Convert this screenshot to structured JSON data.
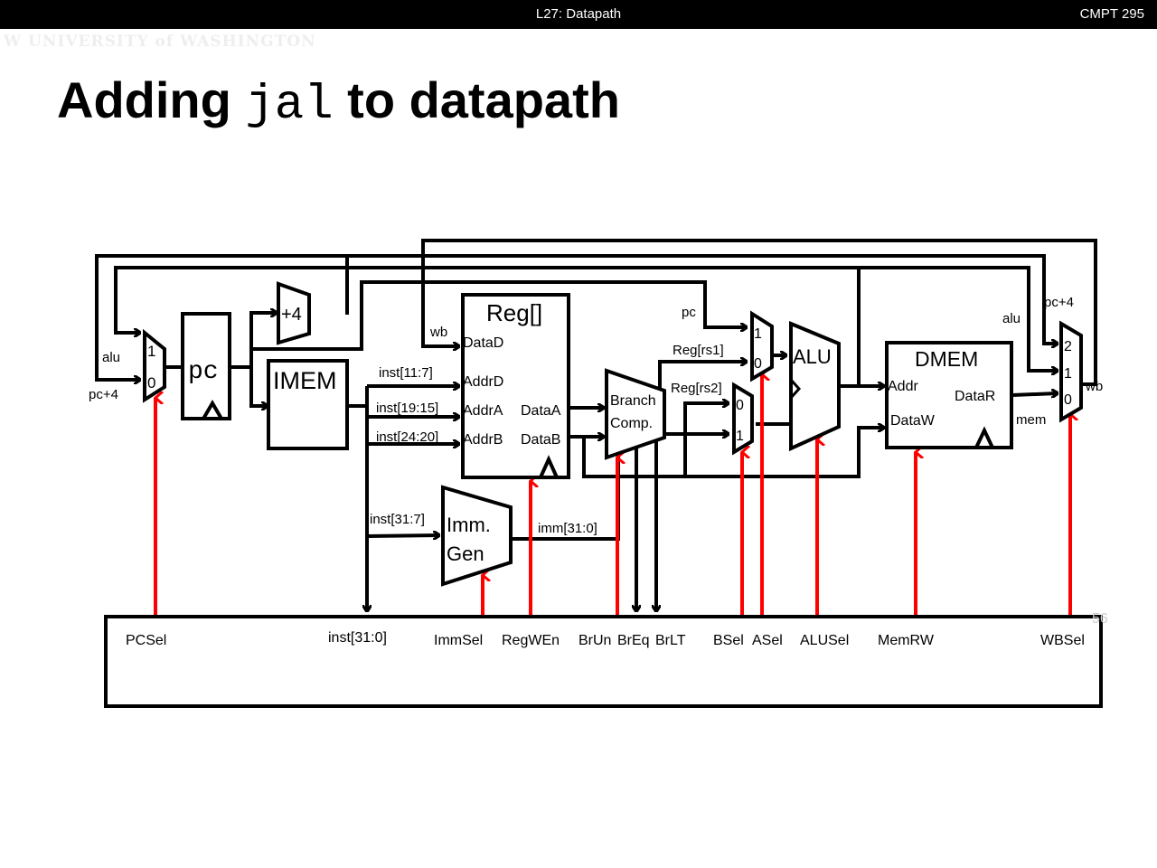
{
  "header": {
    "lecture_title": "L27: Datapath",
    "course": "CMPT 295",
    "logo_text": "W UNIVERSITY of WASHINGTON"
  },
  "slide": {
    "title_prefix": "Adding ",
    "title_code": "jal",
    "title_suffix": " to datapath",
    "slide_number": "56"
  },
  "diagram": {
    "pc_mux": {
      "inputs": [
        "1",
        "0"
      ],
      "input_labels": [
        "alu",
        "pc+4"
      ]
    },
    "pc_register": "pc",
    "adder": "+4",
    "imem": "IMEM",
    "regfile": {
      "title": "Reg[]",
      "ports_in": [
        "DataD",
        "AddrD",
        "AddrA",
        "AddrB"
      ],
      "ports_out": [
        "DataA",
        "DataB"
      ],
      "wb_label": "wb"
    },
    "inst_fields": [
      "inst[11:7]",
      "inst[19:15]",
      "inst[24:20]",
      "inst[31:7]"
    ],
    "immgen": {
      "line1": "Imm.",
      "line2": "Gen",
      "output": "imm[31:0]"
    },
    "branch_comp": {
      "line1": "Branch",
      "line2": "Comp."
    },
    "a_mux": {
      "inputs": [
        "1",
        "0"
      ],
      "input_labels": [
        "pc",
        "Reg[rs1]"
      ]
    },
    "b_mux": {
      "inputs": [
        "0",
        "1"
      ],
      "input_labels": [
        "Reg[rs2]"
      ]
    },
    "alu": "ALU",
    "dmem": {
      "title": "DMEM",
      "ports_in": [
        "Addr",
        "DataW"
      ],
      "port_out": "DataR",
      "output_label": "mem"
    },
    "wb_mux": {
      "inputs": [
        "2",
        "1",
        "0"
      ],
      "input_labels": [
        "pc+4",
        "alu"
      ],
      "output_label": "wb"
    },
    "control": {
      "signals": [
        "PCSel",
        "inst[31:0]",
        "ImmSel",
        "RegWEn",
        "BrUn",
        "BrEq",
        "BrLT",
        "BSel",
        "ASel",
        "ALUSel",
        "MemRW",
        "WBSel"
      ]
    },
    "colors": {
      "wire": "#000000",
      "control_wire": "#ff0000"
    }
  }
}
